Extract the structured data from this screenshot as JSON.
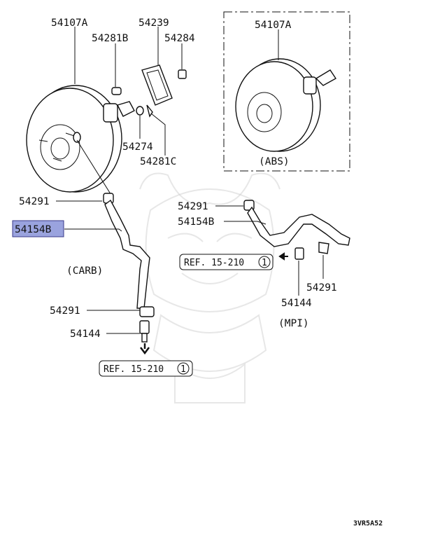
{
  "labels": {
    "booster_main": "54107A",
    "gasket": "54239",
    "pin_b": "54281B",
    "nut": "54284",
    "clevis": "54274",
    "pin_c": "54281C",
    "booster_abs": "54107A",
    "abs_note": "(ABS)",
    "clip_carb_top": "54291",
    "hose_carb": "54154B",
    "carb_note": "(CARB)",
    "clip_carb_bottom": "54291",
    "valve_carb": "54144",
    "ref_carb": "REF. 15-210",
    "ref_carb_num": "1",
    "clip_mpi_top": "54291",
    "hose_mpi": "54154B",
    "ref_mpi": "REF. 15-210",
    "ref_mpi_num": "1",
    "clip_mpi_right": "54291",
    "valve_mpi": "54144",
    "mpi_note": "(MPI)"
  },
  "footer": {
    "code": "3VR5A52"
  },
  "highlight_color": "#9aa3de"
}
